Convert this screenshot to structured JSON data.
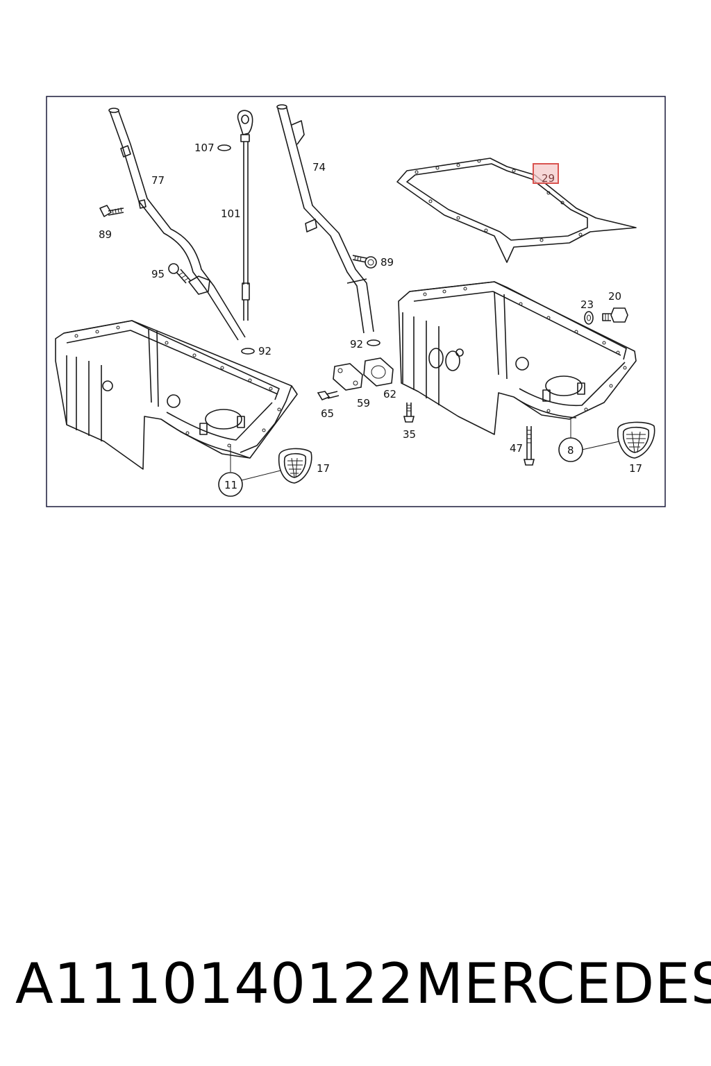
{
  "diagram": {
    "labels": {
      "l77": "77",
      "l89a": "89",
      "l95": "95",
      "l107": "107",
      "l101": "101",
      "l74": "74",
      "l89b": "89",
      "l29": "29",
      "l92a": "92",
      "l92b": "92",
      "l23": "23",
      "l20": "20",
      "l65": "65",
      "l59": "59",
      "l62": "62",
      "l35": "35",
      "l47": "47",
      "l8": "8",
      "l11": "11",
      "l17a": "17",
      "l17b": "17"
    },
    "highlight_color": "#d9534f"
  },
  "footer": {
    "part_number": "A1110140122",
    "brand": "MERCEDES"
  }
}
